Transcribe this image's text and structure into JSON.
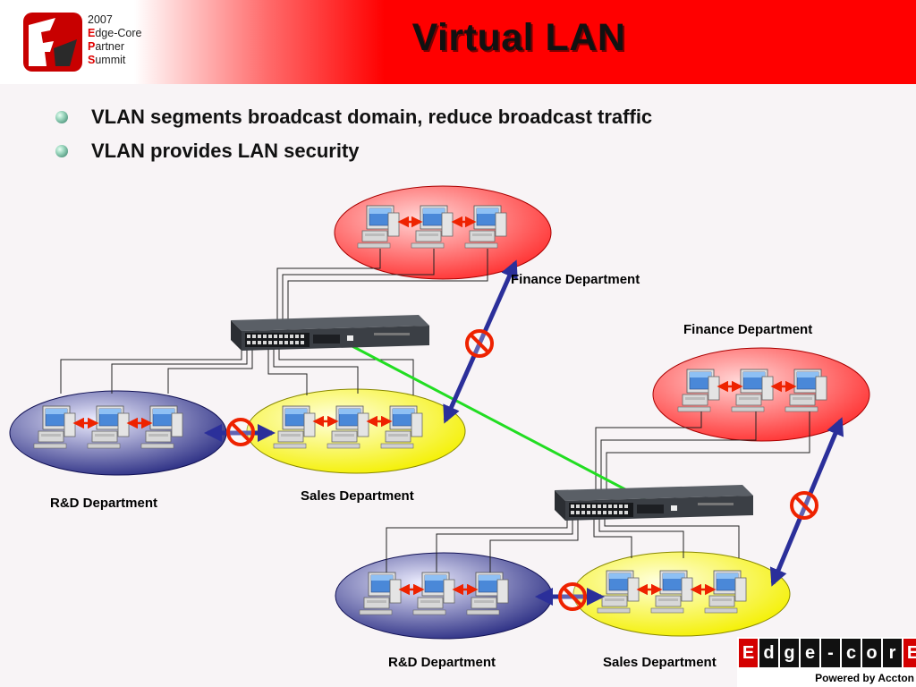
{
  "header": {
    "summit_lines": [
      {
        "first": "",
        "rest": "2007"
      },
      {
        "first": "E",
        "rest": "dge-Core"
      },
      {
        "first": "P",
        "rest": "artner"
      },
      {
        "first": "S",
        "rest": "ummit"
      }
    ],
    "title": "Virtual LAN"
  },
  "bullets": [
    "VLAN segments broadcast domain, reduce broadcast traffic",
    "VLAN provides LAN security"
  ],
  "labels": {
    "finance_1": "Finance Department",
    "finance_2": "Finance Department",
    "rd_1": "R&D Department",
    "sales_1": "Sales Department",
    "rd_2": "R&D Department",
    "sales_2": "Sales Department"
  },
  "brand": {
    "tiles": [
      "E",
      "d",
      "g",
      "e",
      "-",
      "c",
      "o",
      "r",
      "E"
    ],
    "powered": "Powered by Accton"
  },
  "colors": {
    "finance_group": "#ff5a5a",
    "sales_group": "#ffff33",
    "rd_group": "#4a4fa8",
    "trunk_link": "#22dd22",
    "blocked_path": "#2b2f9a",
    "broadcast_arrow": "#ee2200"
  }
}
